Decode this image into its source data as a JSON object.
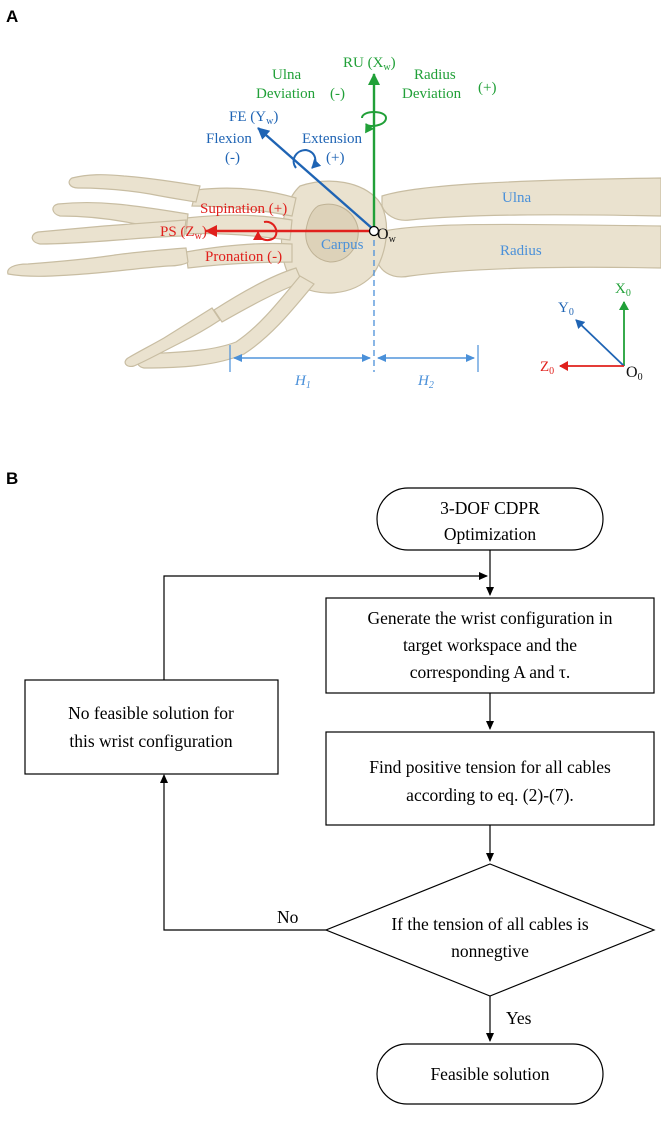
{
  "panel_a": {
    "letter": "A",
    "axes": {
      "ru": {
        "name": "RU (X",
        "sub": "w",
        "close": ")",
        "color": "#21a038"
      },
      "fe": {
        "name": "FE (Y",
        "sub": "w",
        "close": ")",
        "color": "#1f64b4"
      },
      "ps": {
        "name": "PS (Z",
        "sub": "w",
        "close": ")",
        "color": "#e0201c"
      }
    },
    "labels": {
      "ulna_dev_1": "Ulna",
      "ulna_dev_2": "Deviation",
      "ulna_dev_sign": "(-)",
      "radius_dev_1": "Radius",
      "radius_dev_2": "Deviation",
      "radius_dev_sign": "(+)",
      "flexion": "Flexion",
      "flexion_sign": "(-)",
      "extension": "Extension",
      "extension_sign": "(+)",
      "supination": "Supination (+)",
      "pronation": "Pronation (-)",
      "carpus": "Carpus",
      "ulna": "Ulna",
      "radius": "Radius",
      "origin_w": "O",
      "origin_w_sub": "w",
      "h1": "H",
      "h1_sub": "1",
      "h2": "H",
      "h2_sub": "2"
    },
    "ref_frame": {
      "x0": "X",
      "x0_sub": "0",
      "y0": "Y",
      "y0_sub": "0",
      "z0": "Z",
      "z0_sub": "0",
      "o0": "O",
      "o0_sub": "0"
    },
    "colors": {
      "green": "#21a038",
      "blue": "#1f64b4",
      "red": "#e0201c",
      "dim": "#4a90d9"
    }
  },
  "panel_b": {
    "letter": "B",
    "start": {
      "line1": "3-DOF CDPR",
      "line2": "Optimization"
    },
    "step1": {
      "line1": "Generate the wrist configuration in",
      "line2": "target workspace and the",
      "line3": "corresponding A and τ."
    },
    "step2": {
      "line1": "Find positive tension for all cables",
      "line2": "according to eq. (2)-(7)."
    },
    "decision": {
      "line1": "If the tension of all cables is",
      "line2": "nonnegtive"
    },
    "fail": {
      "line1": "No feasible solution for",
      "line2": "this wrist configuration"
    },
    "end": {
      "line1": "Feasible solution"
    },
    "edge_no": "No",
    "edge_yes": "Yes"
  }
}
